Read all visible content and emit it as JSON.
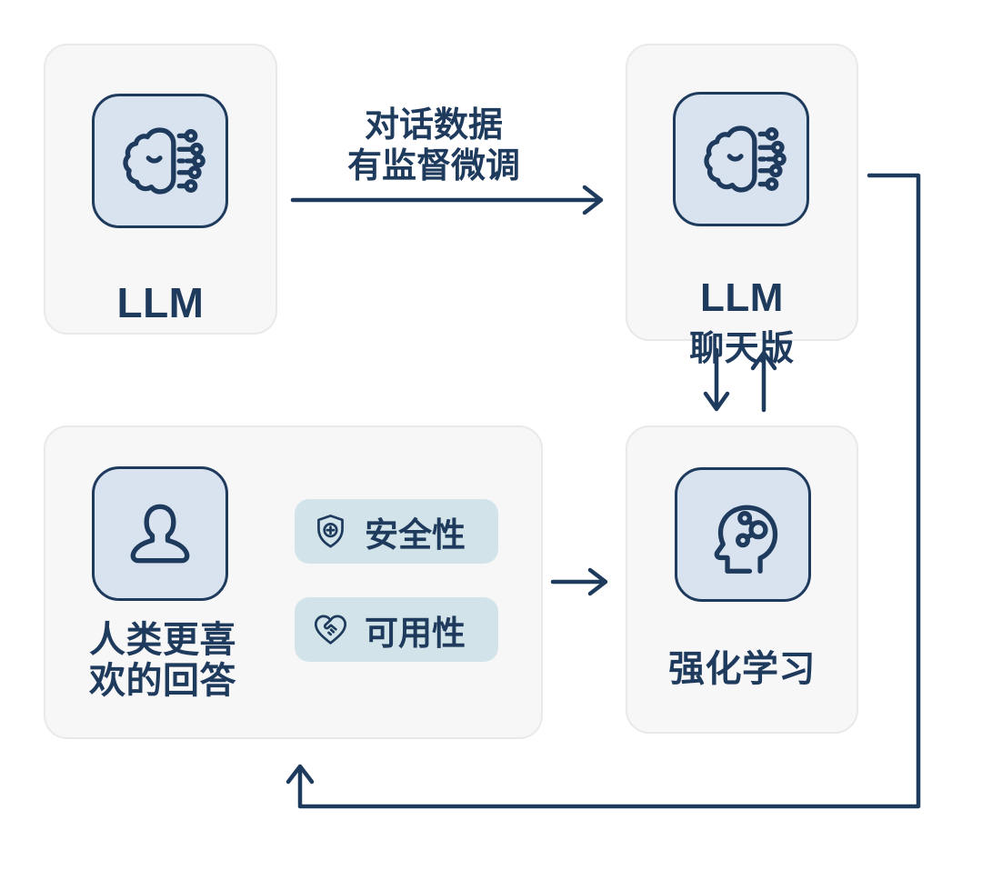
{
  "colors": {
    "background": "#ffffff",
    "card_bg": "#f7f7f8",
    "card_border": "#e9e9ec",
    "tile_bg": "#d9e3ef",
    "pill_bg": "#d2e4e9",
    "ink": "#1e3a5c"
  },
  "nodes": {
    "llm": {
      "label": "LLM"
    },
    "llm_chat": {
      "label_line1": "LLM",
      "label_line2": "聊天版"
    },
    "reinforcement": {
      "label": "强化学习"
    },
    "human_preference": {
      "label_line1": "人类更喜",
      "label_line2": "欢的回答"
    }
  },
  "badges": {
    "safety": {
      "label": "安全性"
    },
    "usability": {
      "label": "可用性"
    }
  },
  "edges": {
    "sft": {
      "label_line1": "对话数据",
      "label_line2": "有监督微调"
    }
  },
  "icons": {
    "llm": "brain-circuit-icon",
    "llm_chat": "brain-circuit-icon",
    "reinforcement": "head-network-icon",
    "human_preference": "user-icon",
    "safety": "shield-plus-icon",
    "usability": "heart-handshake-icon"
  }
}
